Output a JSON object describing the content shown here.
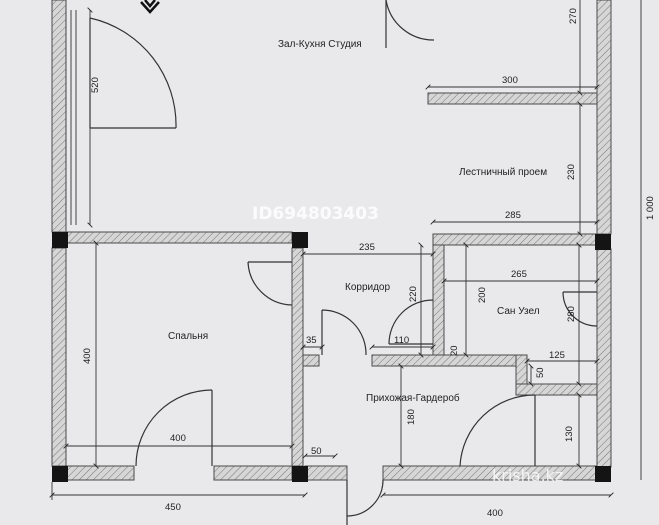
{
  "rooms": {
    "living_kitchen": "Зал-Кухня Студия",
    "stairwell": "Лестничный проем",
    "corridor": "Корридор",
    "bathroom": "Сан Узел",
    "bedroom": "Спальня",
    "hallway_wardrobe": "Прихожая-Гардероб"
  },
  "dimensions": {
    "d270": "270",
    "d520": "520",
    "d300": "300",
    "d230": "230",
    "d1000": "1 000",
    "d285": "285",
    "d235": "235",
    "d265": "265",
    "d220": "220",
    "d200": "200",
    "d280": "280",
    "d35": "35",
    "d110": "110",
    "d20": "20",
    "d125": "125",
    "d50a": "50",
    "d400v": "400",
    "d180": "180",
    "d130": "130",
    "d400h_bed": "400",
    "d50b": "50",
    "d450": "450",
    "d400_bottom": "400"
  },
  "watermarks": {
    "listing_id": "ID694803403",
    "site": "krisha.kz"
  },
  "colors": {
    "background": "#e9e9ec",
    "wall_fill": "#d4d4d4",
    "wall_stroke": "#4a4a4a",
    "column": "#141414",
    "line": "#333333"
  }
}
